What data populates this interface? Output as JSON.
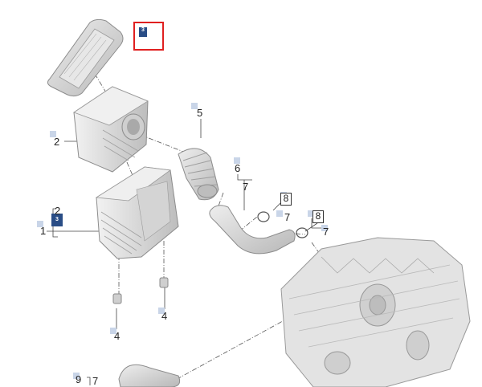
{
  "callouts": {
    "c1": "1",
    "c2_top": "2",
    "c2_left": "2",
    "c3_top": "3",
    "c3_left": "3",
    "c4_left": "4",
    "c4_right": "4",
    "c5": "5",
    "c6": "6",
    "c7_a": "7",
    "c7_b": "7",
    "c7_c": "7",
    "c7_d": "7",
    "c8_a": "8",
    "c8_b": "8",
    "c9": "9"
  },
  "colors": {
    "part_fill": "#d9d9d9",
    "part_stroke": "#8c8c8c",
    "highlight": "#e02020",
    "badge": "#2a4d86",
    "marker": "#c9d5e8"
  },
  "icons": {
    "badge": "info-badge-icon"
  }
}
